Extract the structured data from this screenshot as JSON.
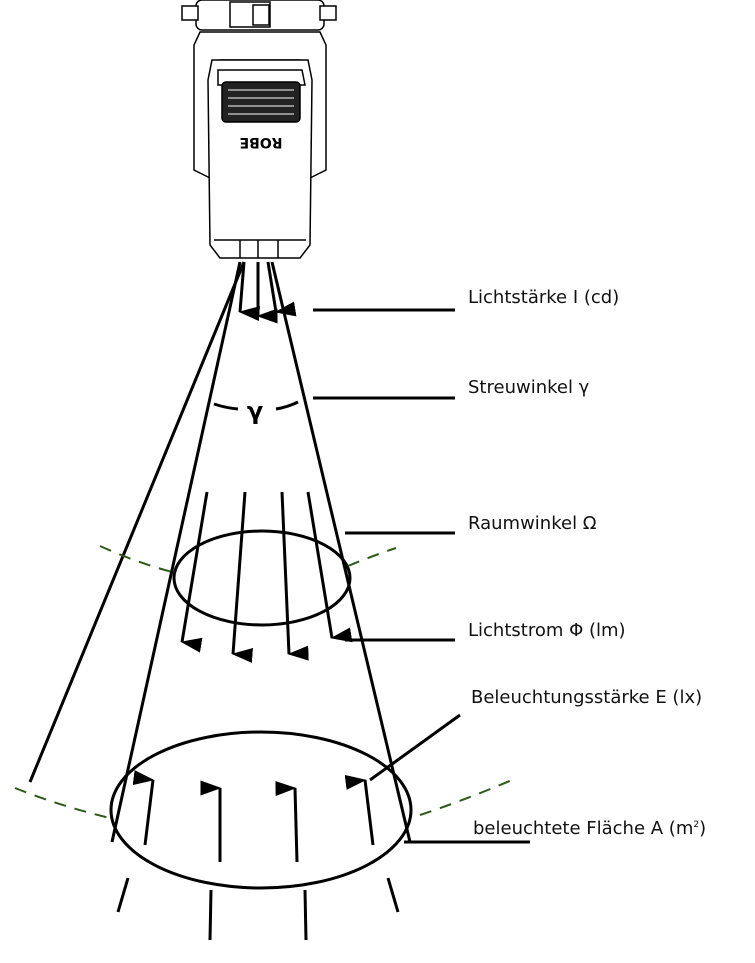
{
  "fixture": {
    "brand_logo": "ROBE"
  },
  "symbols": {
    "gamma": "γ"
  },
  "labels": {
    "luminous_intensity": "Lichtstärke I (cd)",
    "beam_angle": "Streuwinkel γ",
    "solid_angle": "Raumwinkel Ω",
    "luminous_flux": "Lichtstrom Φ (lm)",
    "illuminance": "Beleuchtungsstärke E (lx)",
    "illuminated_area": "beleuchtete Fläche A (m",
    "area_superscript": "2",
    "area_close": ")"
  },
  "colors": {
    "line": "#000000",
    "dashed_arc": "#2d5a1b"
  }
}
